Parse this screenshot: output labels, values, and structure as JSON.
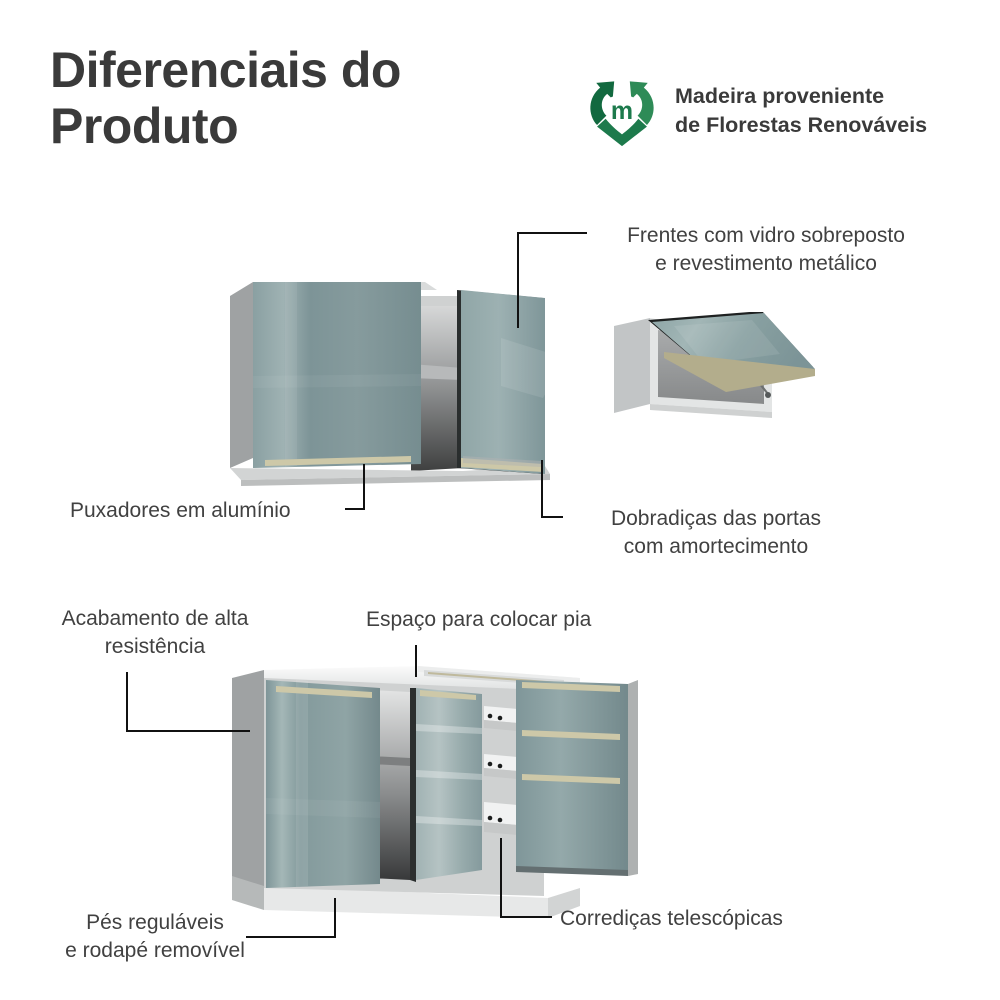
{
  "header": {
    "title": "Diferenciais do\nProduto",
    "eco_badge": {
      "icon": "recycle-heart-icon",
      "text": "Madeira proveniente\nde Florestas Renováveis",
      "letter": "m",
      "color_dark": "#12693f",
      "color_mid": "#1d7a4c",
      "color_light": "#2e8b57"
    }
  },
  "callouts": {
    "glass_fronts": "Frentes com vidro sobreposto\ne revestimento metálico",
    "aluminium_handles": "Puxadores em alumínio",
    "soft_close_hinges": "Dobradiças das portas\ncom amortecimento",
    "high_resistance_finish": "Acabamento de alta\nresistência",
    "sink_space": "Espaço para colocar pia",
    "adjustable_feet": "Pés reguláveis\ne rodapé removível",
    "telescopic_slides": "Corrediças telescópicas"
  },
  "products": {
    "wall_cabinet_two_doors": {
      "name": "armario-aereo-2-portas",
      "door_color": "#7e9699",
      "body_color": "#b9bcbd",
      "interior_color": "#4a4a4a",
      "handle_color": "#cdc8a8"
    },
    "wall_cabinet_flip_up": {
      "name": "armario-aereo-basculante",
      "door_color": "#86a0a2",
      "body_color": "#c9cccd",
      "interior_color": "#9a9d9e"
    },
    "base_cabinet": {
      "name": "balcao-com-gavetas",
      "door_color": "#7e9699",
      "body_color": "#b9bcbd",
      "counter_color": "#f2f3f3",
      "plinth_color": "#e9eaea",
      "drawer_count": 3,
      "door_count": 2
    }
  },
  "colors": {
    "text_dark": "#3a3a3a",
    "text_body": "#414141",
    "leader_line": "#111111",
    "background": "#ffffff",
    "accent_green": "#1d7a4c",
    "product_teal": "#7e9699"
  }
}
